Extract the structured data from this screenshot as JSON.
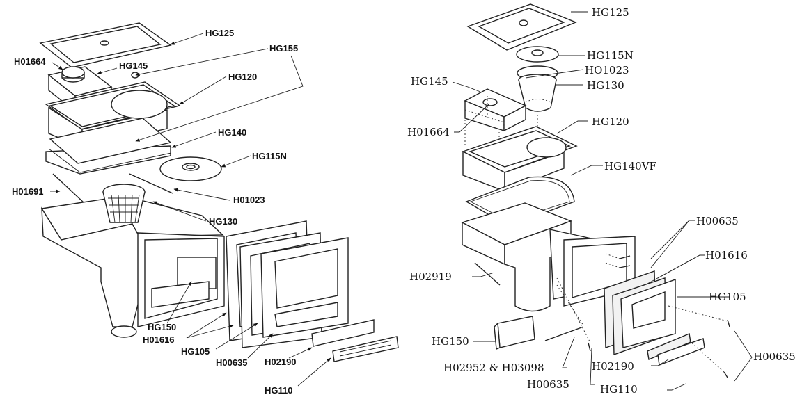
{
  "left_diagram": {
    "labels": [
      "HG125",
      "HG155",
      "H01664",
      "HG145",
      "HG120",
      "HG140",
      "HG115N",
      "H01691",
      "H01023",
      "HG130",
      "HG150",
      "H01616",
      "HG105",
      "H00635",
      "H02190",
      "HG110"
    ]
  },
  "right_diagram": {
    "labels": [
      "HG125",
      "HG115N",
      "HO1023",
      "HG130",
      "HG145",
      "H01664",
      "HG120",
      "HG140VF",
      "H00635",
      "H02919",
      "H01616",
      "HG105",
      "HG150",
      "H00635",
      "H02952 & H03098",
      "H02190",
      "H00635",
      "HG110"
    ]
  },
  "colors": {
    "line": "#222222",
    "background": "#ffffff"
  }
}
